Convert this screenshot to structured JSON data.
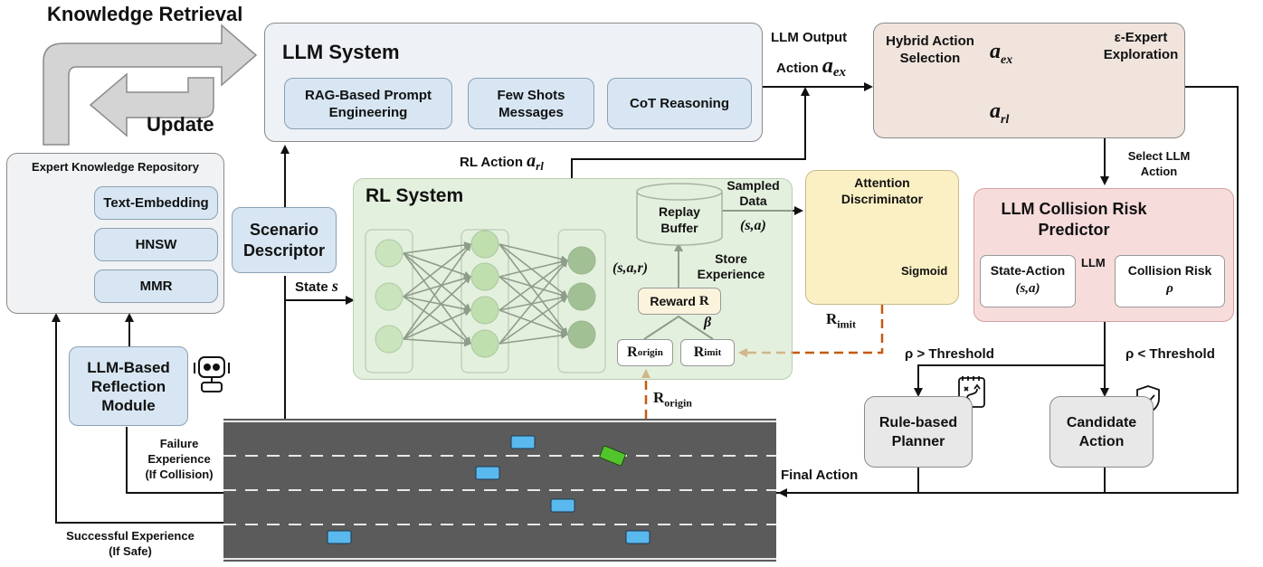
{
  "knowledge_retrieval": "Knowledge Retrieval",
  "update": "Update",
  "repo": {
    "title": "Expert Knowledge Repository",
    "items": [
      "Text-Embedding",
      "HNSW",
      "MMR"
    ]
  },
  "reflection": {
    "line1": "LLM-Based",
    "line2": "Reflection",
    "line3": "Module"
  },
  "failure": {
    "line1": "Failure",
    "line2": "Experience",
    "line3": "(If Collision)"
  },
  "success": {
    "line1": "Successful Experience",
    "line2": "(If Safe)"
  },
  "llm_system": {
    "title": "LLM System",
    "items": [
      {
        "line1": "RAG-Based Prompt",
        "line2": "Engineering"
      },
      {
        "line1": "Few Shots",
        "line2": "Messages"
      },
      {
        "line1": "CoT Reasoning",
        "line2": ""
      }
    ]
  },
  "scenario": {
    "line1": "Scenario",
    "line2": "Descriptor"
  },
  "state_label": "State",
  "state_sym": "s",
  "rl_action_label": "RL Action",
  "rl_action_sym": "a",
  "rl_action_sub": "rl",
  "llm_output": {
    "line1": "LLM Output",
    "line2": "Action",
    "sym": "a",
    "sub": "ex"
  },
  "rl_system": {
    "title": "RL System",
    "replay_line1": "Replay",
    "replay_line2": "Buffer",
    "sampled_line1": "Sampled",
    "sampled_line2": "Data",
    "sampled_sym": "(s,a)",
    "sar": "(s,a,r)",
    "store_line1": "Store",
    "store_line2": "Experience",
    "reward": "Reward",
    "reward_sym": "R",
    "beta": "β",
    "r_origin_main": "R",
    "r_origin_sub": "origin",
    "r_imit_main": "R",
    "r_imit_sub": "imit"
  },
  "attention": {
    "line1": "Attention",
    "line2": "Discriminator",
    "sigmoid": "Sigmoid"
  },
  "r_imit_label": {
    "main": "R",
    "sub": "imit"
  },
  "r_origin_label": {
    "main": "R",
    "sub": "origin"
  },
  "hybrid": {
    "line1": "Hybrid Action",
    "line2": "Selection",
    "a_ex": "a",
    "a_ex_sub": "ex",
    "a_rl": "a",
    "a_rl_sub": "rl",
    "eps_line1": "ε-Expert",
    "eps_line2": "Exploration"
  },
  "select_llm": {
    "line1": "Select LLM",
    "line2": "Action"
  },
  "risk": {
    "title_line1": "LLM Collision Risk",
    "title_line2": "Predictor",
    "state_action": "State-Action",
    "state_action_sym": "(s,a)",
    "llm": "LLM",
    "collision_risk": "Collision Risk",
    "rho": "ρ"
  },
  "gt_threshold": "ρ  > Threshold",
  "lt_threshold": "ρ  < Threshold",
  "rule_planner": {
    "line1": "Rule-based",
    "line2": "Planner"
  },
  "candidate": {
    "line1": "Candidate",
    "line2": "Action"
  },
  "final_action": "Final Action",
  "colors": {
    "llm_bg": "#eef2f7",
    "rl_bg": "#e4efdd",
    "hybrid_bg": "#f0e4dc",
    "risk_bg": "#f7dcdc",
    "attention_bg": "#fbf0c4",
    "pill": "#d7e6f2",
    "road": "#5b5b5b",
    "car": "#59b8ee",
    "ego": "#52c42c",
    "dashed": "#c55a11"
  }
}
